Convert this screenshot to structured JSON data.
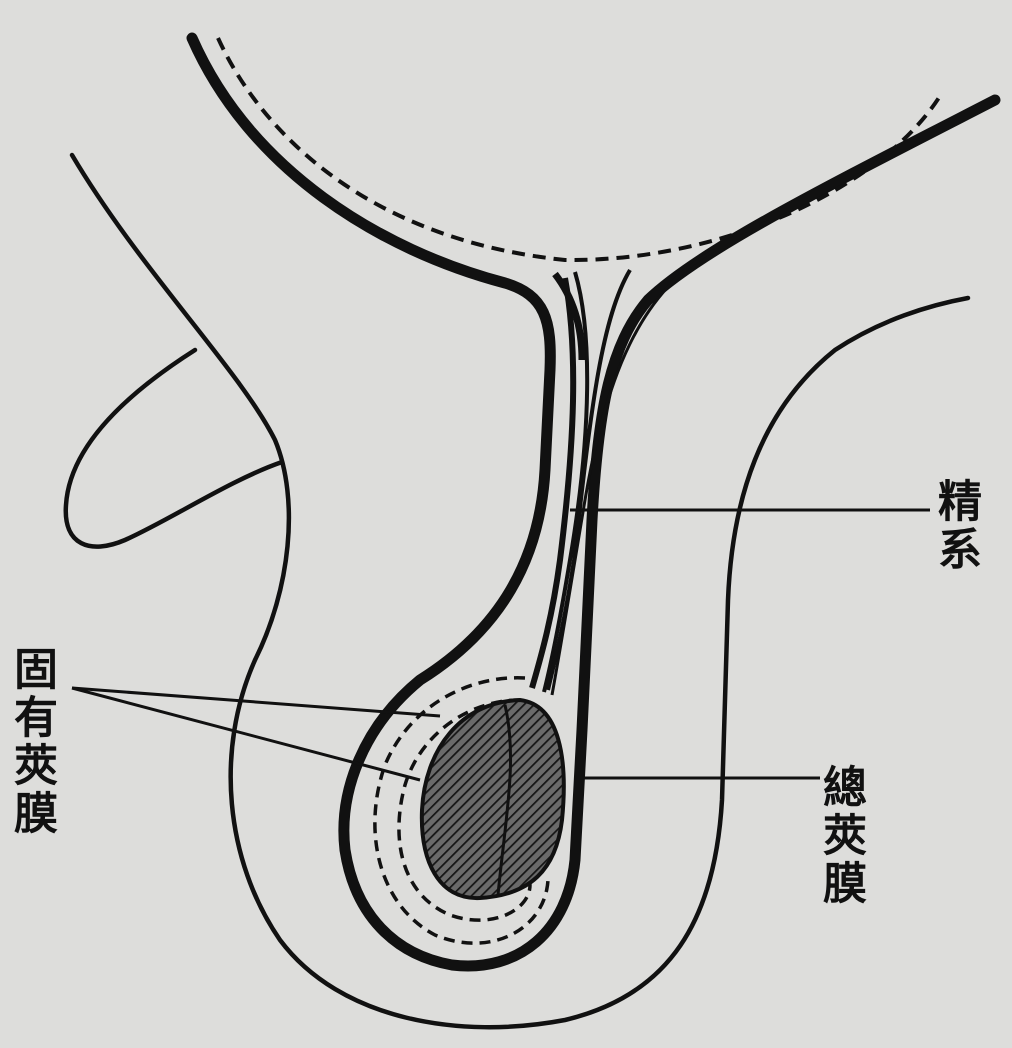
{
  "labels": {
    "spermatic_cord": "精系",
    "tunica_vaginalis_propria": "固有莢膜",
    "tunica_vaginalis_communis": "總莢膜"
  },
  "colors": {
    "background": "#dddddb",
    "ink": "#111111"
  }
}
